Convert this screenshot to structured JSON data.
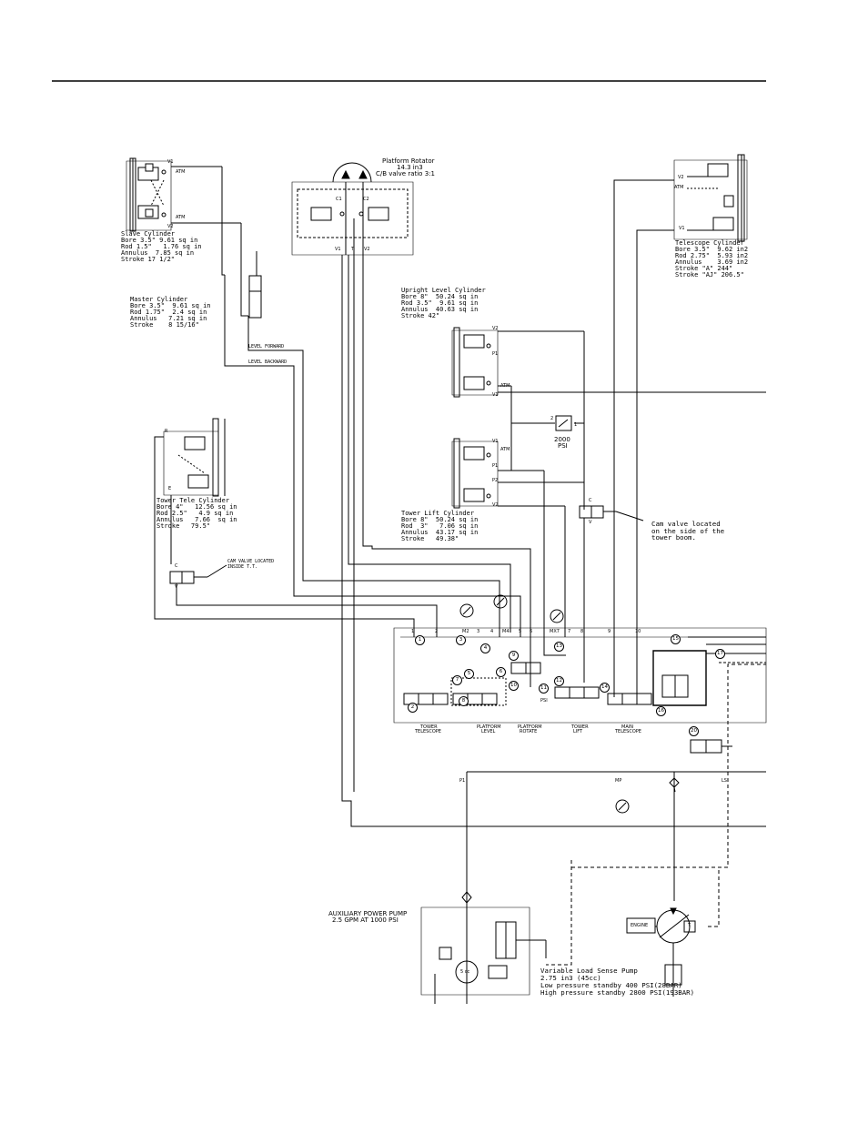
{
  "title_area": {},
  "components": {
    "slave_cylinder": {
      "title": "Slave Cylinder",
      "lines": [
        "Bore 3.5\" 9.61 sq in",
        "Rod 1.5\"   1.76 sq in",
        "Annulus  7.85 sq in",
        "Stroke 17 1/2\""
      ],
      "ports": [
        "V1",
        "V2",
        "ATM",
        "ATM"
      ]
    },
    "platform_rotator": {
      "title": "Platform Rotator",
      "lines": [
        "14.3 in3",
        "C/B valve ratio 3:1"
      ],
      "ports": [
        "C1",
        "C2",
        "V1",
        "T",
        "V2"
      ]
    },
    "telescope_cylinder": {
      "title": "Telescope Cylinder",
      "lines": [
        "Bore 3.5\"  9.62 in2",
        "Rod 2.75\"  5.93 in2",
        "Annulus    3.69 in2",
        "Stroke \"A\" 244\"",
        "Stroke \"AJ\" 206.5\""
      ],
      "ports": [
        "V2",
        "ATM",
        "V1"
      ]
    },
    "master_cylinder": {
      "title": "Master Cylinder",
      "lines": [
        "Bore 3.5\"  9.61 sq in",
        "Rod 1.75\"  2.4 sq in",
        "Annulus   7.21 sq in",
        "Stroke    8 15/16\""
      ]
    },
    "level_lines": [
      "LEVEL FORWARD",
      "LEVEL BACKWARD"
    ],
    "upright_level_cylinder": {
      "title": "Upright Level Cylinder",
      "lines": [
        "Bore 8\"  50.24 sq in",
        "Rod 3.5\"  9.61 sq in",
        "Annulus  40.63 sq in",
        "Stroke 42\""
      ],
      "ports": [
        "V2",
        "P1",
        "ATM",
        "V1"
      ]
    },
    "relief_2000": {
      "lines": [
        "2000",
        "PSI"
      ],
      "ports": [
        "2",
        "1"
      ]
    },
    "tower_lift_cylinder": {
      "title": "Tower Lift Cylinder",
      "lines": [
        "Bore 8\"  50.24 sq in",
        "Rod  3\"   7.06 sq in",
        "Annulus  43.17 sq in",
        "Stroke   49.38\""
      ],
      "ports": [
        "V1",
        "ATM",
        "P1",
        "P2",
        "V2"
      ]
    },
    "tower_tele_cylinder": {
      "title": "Tower Tele Cylinder",
      "lines": [
        "Bore 4\"   12.56 sq in",
        "Rod 2.5\"   4.9 sq in",
        "Annulus   7.66  sq in",
        "Stroke   79.5\""
      ],
      "ports": [
        "R",
        "E"
      ]
    },
    "cam_valve_tower_boom": {
      "lines": [
        "Cam valve located",
        "on the side of the",
        "tower boom."
      ],
      "ports": [
        "C",
        "V"
      ]
    },
    "cam_valve_inside": {
      "lines": [
        "CAM VALVE LOCATED",
        "INSIDE T.T."
      ],
      "ports": [
        "C",
        "V"
      ]
    },
    "manifold": {
      "ports": [
        "1",
        "2",
        "M2",
        "3",
        "4",
        "M4",
        "5",
        "6",
        "MX7",
        "7",
        "8",
        "9",
        "10"
      ],
      "numbers": [
        "1",
        "2",
        "3",
        "4",
        "5",
        "6",
        "7",
        "8",
        "9",
        "10",
        "11",
        "12",
        "13",
        "14",
        "15",
        "16",
        "17",
        "20"
      ],
      "psi_label": "PSI",
      "bank_labels": [
        [
          "TOWER",
          "TELESCOPE"
        ],
        [
          "PLATFORM",
          "LEVEL"
        ],
        [
          "PLATFORM",
          "ROTATE"
        ],
        [
          "TOWER",
          "LIFT"
        ],
        [
          "MAIN",
          "TELESCOPE"
        ]
      ],
      "line_labels": [
        "P1",
        "MP",
        "LS"
      ]
    },
    "aux_pump": {
      "title_lines": [
        "AUXILIARY POWER PUMP",
        "2.5 GPM AT 1000 PSI"
      ],
      "pump_label": "5 cc"
    },
    "vls_pump": {
      "lines": [
        "Variable Load Sense Pump",
        "2.75 in3 (45cc)",
        "Low pressure standby 400 PSI(28BAR)",
        "High pressure standby 2800 PSI(193BAR)"
      ],
      "engine_label": "ENGINE",
      "t_label": "T"
    }
  }
}
